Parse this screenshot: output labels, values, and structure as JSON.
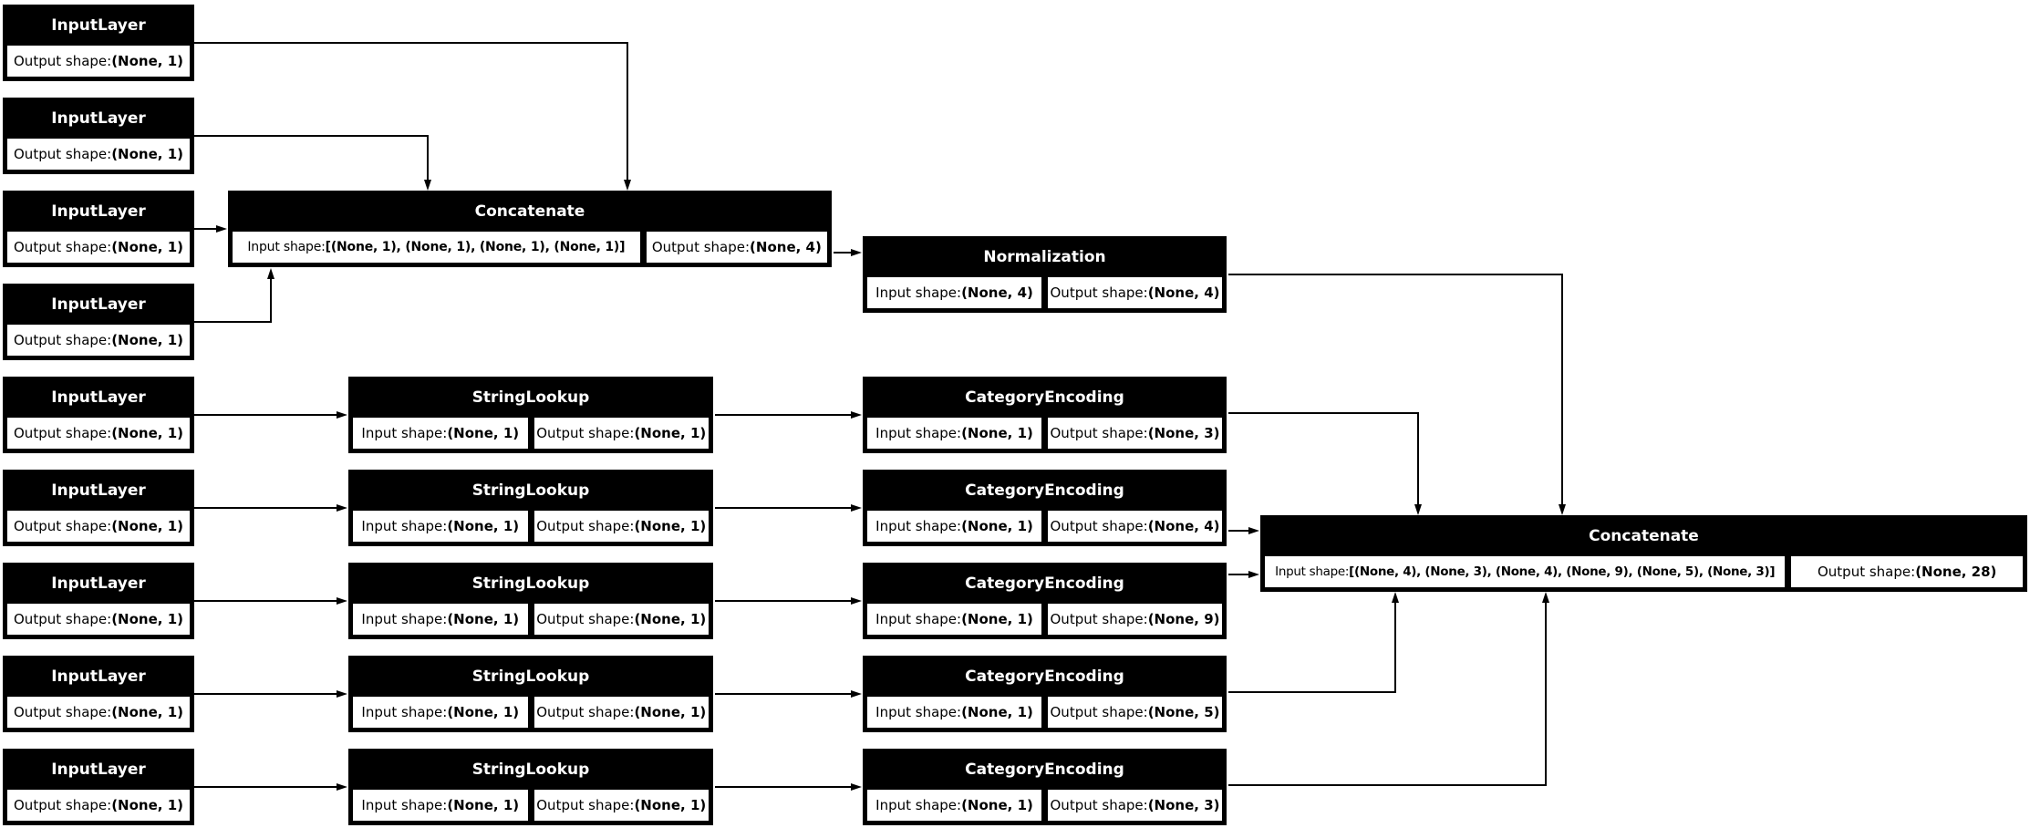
{
  "colors": {
    "background": "#ffffff",
    "node_fill": "#000000",
    "node_title_text": "#ffffff",
    "cell_fill": "#ffffff",
    "cell_text": "#000000",
    "edge": "#000000"
  },
  "nodes": [
    {
      "id": "input-layer-1",
      "title": "InputLayer",
      "cells": [
        {
          "label": "Output shape: ",
          "value": "(None, 1)"
        }
      ]
    },
    {
      "id": "input-layer-2",
      "title": "InputLayer",
      "cells": [
        {
          "label": "Output shape: ",
          "value": "(None, 1)"
        }
      ]
    },
    {
      "id": "input-layer-3",
      "title": "InputLayer",
      "cells": [
        {
          "label": "Output shape: ",
          "value": "(None, 1)"
        }
      ]
    },
    {
      "id": "input-layer-4",
      "title": "InputLayer",
      "cells": [
        {
          "label": "Output shape: ",
          "value": "(None, 1)"
        }
      ]
    },
    {
      "id": "concatenate-1",
      "title": "Concatenate",
      "cells": [
        {
          "label": "Input shape: ",
          "value": "[(None, 1), (None, 1), (None, 1), (None, 1)]"
        },
        {
          "label": "Output shape: ",
          "value": "(None, 4)"
        }
      ]
    },
    {
      "id": "normalization",
      "title": "Normalization",
      "cells": [
        {
          "label": "Input shape: ",
          "value": "(None, 4)"
        },
        {
          "label": "Output shape: ",
          "value": "(None, 4)"
        }
      ]
    },
    {
      "id": "input-layer-5",
      "title": "InputLayer",
      "cells": [
        {
          "label": "Output shape: ",
          "value": "(None, 1)"
        }
      ]
    },
    {
      "id": "input-layer-6",
      "title": "InputLayer",
      "cells": [
        {
          "label": "Output shape: ",
          "value": "(None, 1)"
        }
      ]
    },
    {
      "id": "input-layer-7",
      "title": "InputLayer",
      "cells": [
        {
          "label": "Output shape: ",
          "value": "(None, 1)"
        }
      ]
    },
    {
      "id": "input-layer-8",
      "title": "InputLayer",
      "cells": [
        {
          "label": "Output shape: ",
          "value": "(None, 1)"
        }
      ]
    },
    {
      "id": "input-layer-9",
      "title": "InputLayer",
      "cells": [
        {
          "label": "Output shape: ",
          "value": "(None, 1)"
        }
      ]
    },
    {
      "id": "string-lookup-1",
      "title": "StringLookup",
      "cells": [
        {
          "label": "Input shape: ",
          "value": "(None, 1)"
        },
        {
          "label": "Output shape: ",
          "value": "(None, 1)"
        }
      ]
    },
    {
      "id": "string-lookup-2",
      "title": "StringLookup",
      "cells": [
        {
          "label": "Input shape: ",
          "value": "(None, 1)"
        },
        {
          "label": "Output shape: ",
          "value": "(None, 1)"
        }
      ]
    },
    {
      "id": "string-lookup-3",
      "title": "StringLookup",
      "cells": [
        {
          "label": "Input shape: ",
          "value": "(None, 1)"
        },
        {
          "label": "Output shape: ",
          "value": "(None, 1)"
        }
      ]
    },
    {
      "id": "string-lookup-4",
      "title": "StringLookup",
      "cells": [
        {
          "label": "Input shape: ",
          "value": "(None, 1)"
        },
        {
          "label": "Output shape: ",
          "value": "(None, 1)"
        }
      ]
    },
    {
      "id": "string-lookup-5",
      "title": "StringLookup",
      "cells": [
        {
          "label": "Input shape: ",
          "value": "(None, 1)"
        },
        {
          "label": "Output shape: ",
          "value": "(None, 1)"
        }
      ]
    },
    {
      "id": "category-encoding-1",
      "title": "CategoryEncoding",
      "cells": [
        {
          "label": "Input shape: ",
          "value": "(None, 1)"
        },
        {
          "label": "Output shape: ",
          "value": "(None, 3)"
        }
      ]
    },
    {
      "id": "category-encoding-2",
      "title": "CategoryEncoding",
      "cells": [
        {
          "label": "Input shape: ",
          "value": "(None, 1)"
        },
        {
          "label": "Output shape: ",
          "value": "(None, 4)"
        }
      ]
    },
    {
      "id": "category-encoding-3",
      "title": "CategoryEncoding",
      "cells": [
        {
          "label": "Input shape: ",
          "value": "(None, 1)"
        },
        {
          "label": "Output shape: ",
          "value": "(None, 9)"
        }
      ]
    },
    {
      "id": "category-encoding-4",
      "title": "CategoryEncoding",
      "cells": [
        {
          "label": "Input shape: ",
          "value": "(None, 1)"
        },
        {
          "label": "Output shape: ",
          "value": "(None, 5)"
        }
      ]
    },
    {
      "id": "category-encoding-5",
      "title": "CategoryEncoding",
      "cells": [
        {
          "label": "Input shape: ",
          "value": "(None, 1)"
        },
        {
          "label": "Output shape: ",
          "value": "(None, 3)"
        }
      ]
    },
    {
      "id": "concatenate-2",
      "title": "Concatenate",
      "cells": [
        {
          "label": "Input shape: ",
          "value": "[(None, 4), (None, 3), (None, 4), (None, 9), (None, 5), (None, 3)]"
        },
        {
          "label": "Output shape: ",
          "value": "(None, 28)"
        }
      ]
    }
  ],
  "edges": [
    {
      "from": "input-layer-1",
      "to": "concatenate-1"
    },
    {
      "from": "input-layer-2",
      "to": "concatenate-1"
    },
    {
      "from": "input-layer-3",
      "to": "concatenate-1"
    },
    {
      "from": "input-layer-4",
      "to": "concatenate-1"
    },
    {
      "from": "concatenate-1",
      "to": "normalization"
    },
    {
      "from": "normalization",
      "to": "concatenate-2"
    },
    {
      "from": "input-layer-5",
      "to": "string-lookup-1"
    },
    {
      "from": "input-layer-6",
      "to": "string-lookup-2"
    },
    {
      "from": "input-layer-7",
      "to": "string-lookup-3"
    },
    {
      "from": "input-layer-8",
      "to": "string-lookup-4"
    },
    {
      "from": "input-layer-9",
      "to": "string-lookup-5"
    },
    {
      "from": "string-lookup-1",
      "to": "category-encoding-1"
    },
    {
      "from": "string-lookup-2",
      "to": "category-encoding-2"
    },
    {
      "from": "string-lookup-3",
      "to": "category-encoding-3"
    },
    {
      "from": "string-lookup-4",
      "to": "category-encoding-4"
    },
    {
      "from": "string-lookup-5",
      "to": "category-encoding-5"
    },
    {
      "from": "category-encoding-1",
      "to": "concatenate-2"
    },
    {
      "from": "category-encoding-2",
      "to": "concatenate-2"
    },
    {
      "from": "category-encoding-3",
      "to": "concatenate-2"
    },
    {
      "from": "category-encoding-4",
      "to": "concatenate-2"
    },
    {
      "from": "category-encoding-5",
      "to": "concatenate-2"
    }
  ]
}
